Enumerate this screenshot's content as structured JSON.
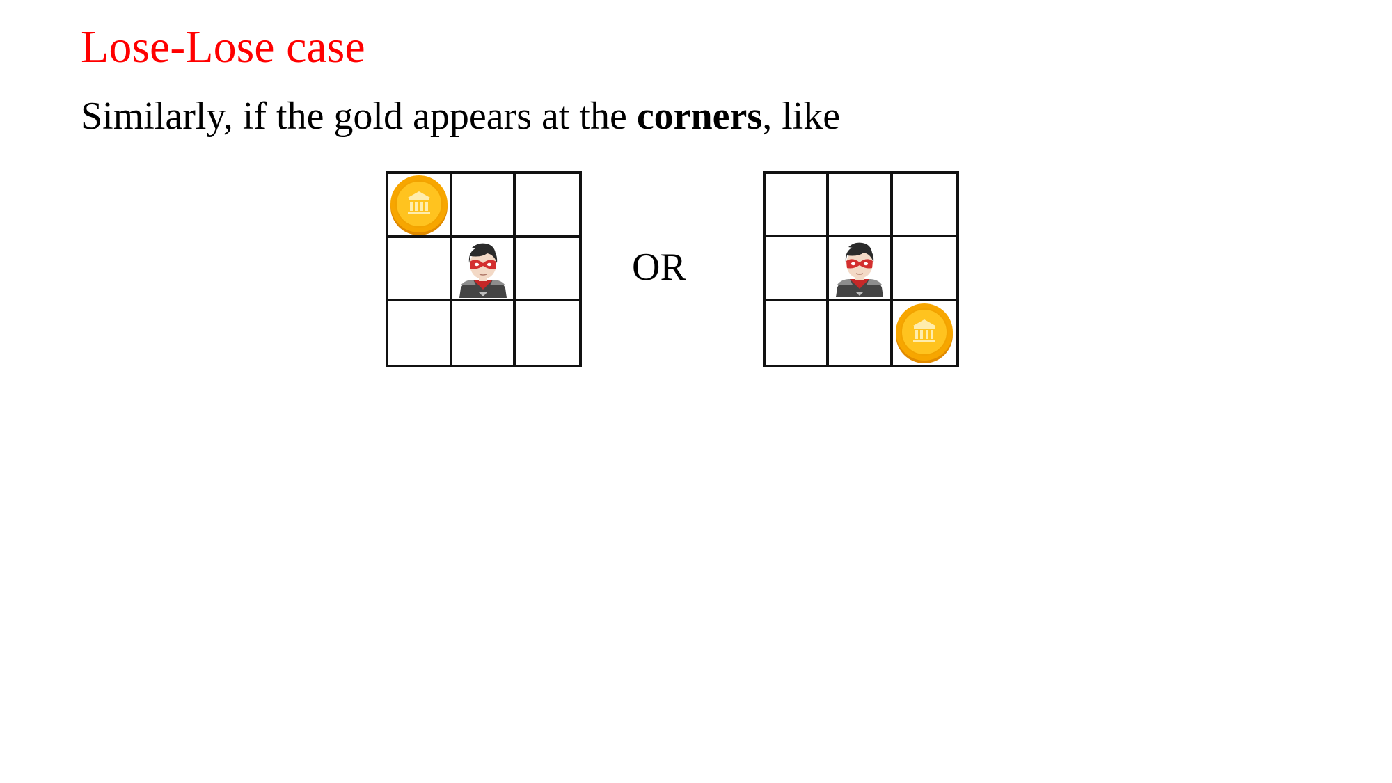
{
  "slide": {
    "title": "Lose-Lose case",
    "body_before": "Similarly, if the gold appears at the ",
    "body_bold": "corners",
    "body_after": ", like",
    "connector": "OR"
  },
  "grids": [
    {
      "name": "left-board",
      "gold_cell": "top-left",
      "hero_cell": "center"
    },
    {
      "name": "right-board",
      "gold_cell": "bottom-right",
      "hero_cell": "center"
    }
  ],
  "icons": {
    "gold": "gold-coin-icon",
    "hero": "superhero-icon"
  },
  "colors": {
    "title": "#ff0000",
    "text": "#000000",
    "grid_line": "#111111",
    "coin": "#f7a600"
  }
}
